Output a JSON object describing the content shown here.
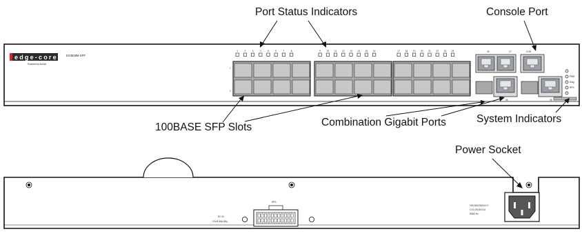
{
  "labels": {
    "port_status_indicators": "Port Status Indicators",
    "console_port": "Console Port",
    "sfp_slots": "100BASE SFP Slots",
    "combination_gigabit_ports": "Combination Gigabit Ports",
    "system_indicators": "System Indicators",
    "power_socket": "Power Socket"
  },
  "front_panel": {
    "brand_logo": "edge-core",
    "model": "ES3528M-SFP",
    "powered_by": "Powered by Accton",
    "port_numbers": [
      "1",
      "2",
      "3",
      "4",
      "5",
      "6",
      "7",
      "8",
      "9",
      "10",
      "11",
      "12",
      "13",
      "14",
      "15",
      "16",
      "17",
      "18",
      "19",
      "20",
      "21",
      "22",
      "23",
      "24"
    ],
    "row_labels": [
      "1",
      "2"
    ],
    "combo_labels_top": [
      "25",
      "27"
    ],
    "combo_labels_bottom": [
      "26",
      "28"
    ],
    "console_label": "CON",
    "system_led_labels": [
      "PWR",
      "Diag",
      "RPS"
    ]
  },
  "rear_panel": {
    "rps_label": "RPS",
    "dc_in_line1": "DC IN",
    "dc_in_line2": "12V/4.5A(4.8A)",
    "power_rating_line1": "100/115/230/240 V~",
    "power_rating_line2": "1.0/1.0/0.5/0.5 A",
    "power_rating_line3": "50/60 Hz"
  },
  "colors": {
    "outline": "#111111",
    "port_fill": "#a9a9a9",
    "port_cell": "#c8c8c8",
    "rj45_fill": "#9aa0a6",
    "logo_bg": "#2b2b2b",
    "logo_accent": "#e0201c",
    "socket_fill": "#555555"
  }
}
